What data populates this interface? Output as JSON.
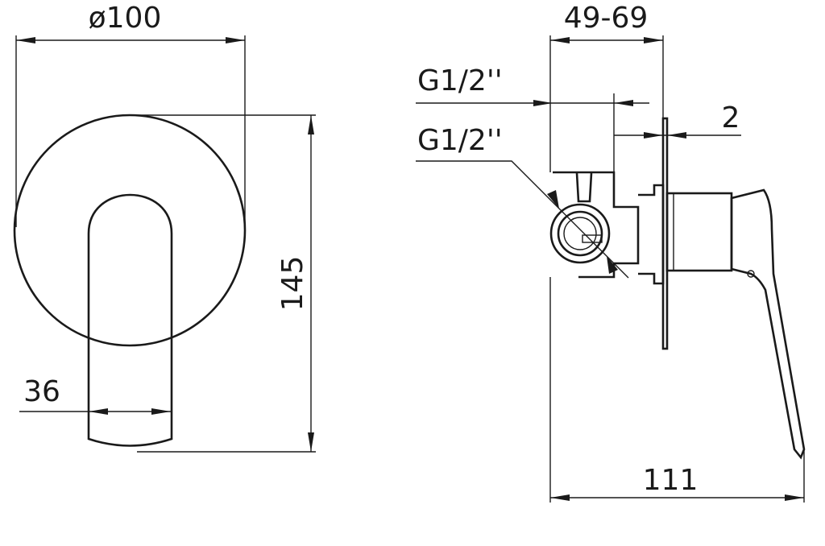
{
  "front_view": {
    "diameter_label": "ø100",
    "height_label": "145",
    "lever_width_label": "36"
  },
  "side_view": {
    "depth_label": "49-69",
    "thread_top_label": "G1/2''",
    "thread_bottom_label": "G1/2''",
    "plate_thickness_label": "2",
    "length_label": "111"
  },
  "colors": {
    "line": "#1a1a1a",
    "background": "#ffffff"
  }
}
